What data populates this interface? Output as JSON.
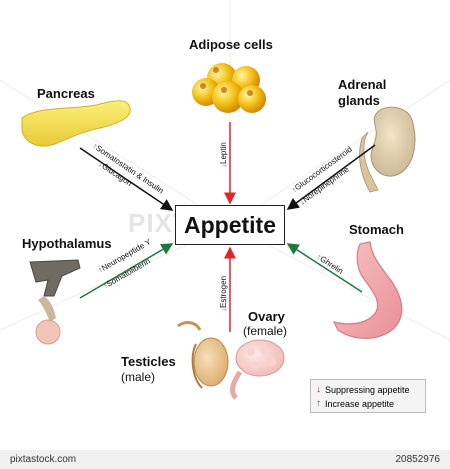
{
  "center": {
    "label": "Appetite"
  },
  "organs": {
    "adipose": {
      "title": "Adipose cells"
    },
    "pancreas": {
      "title": "Pancreas"
    },
    "adrenal": {
      "title_line1": "Adrenal",
      "title_line2": "glands"
    },
    "stomach": {
      "title": "Stomach"
    },
    "hypothalamus": {
      "title": "Hypothalamus"
    },
    "ovary": {
      "title": "Ovary",
      "subtitle": "(female)"
    },
    "testicles": {
      "title": "Testicles",
      "subtitle": "(male)"
    }
  },
  "hormones": {
    "leptin": "Leptin",
    "somatostatin_insulin": "Somatostatin & Insulin",
    "glucagon": "Glucagon",
    "glucocorticosteroid": "Glucocorticosteroid",
    "norepinephrine": "Norepinephrine",
    "ghrelin": "Ghrelin",
    "neuropeptide_y": "Neuropeptide Y",
    "somatoliberin": "Somatoliberin",
    "estrogen": "Estrogen"
  },
  "legend": {
    "suppressing": "Suppressing appetite",
    "increase": "Increase appetite"
  },
  "footer": {
    "site": "pixtastock.com",
    "id": "20852976"
  },
  "watermark": "PIXTA",
  "colors": {
    "suppress": "#e2242b",
    "increase": "#1e7a3c",
    "neutral": "#111111"
  }
}
